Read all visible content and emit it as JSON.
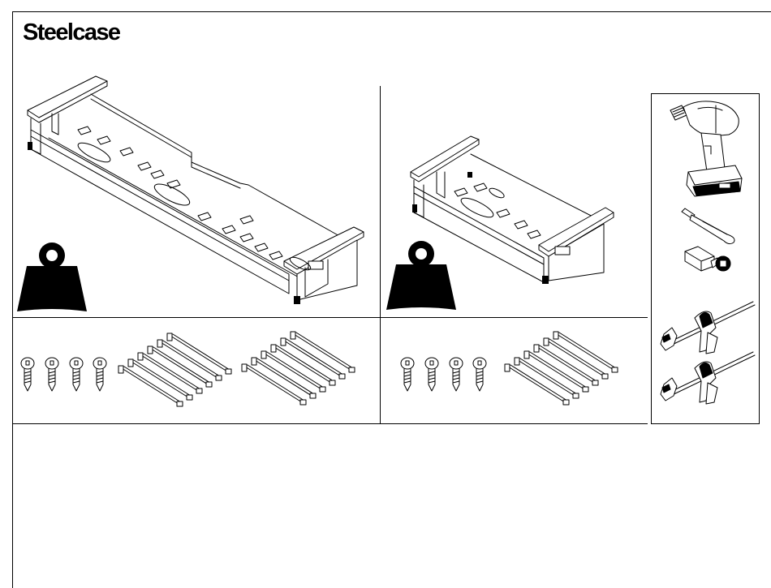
{
  "brand": {
    "name": "Steelcase"
  },
  "icons": [
    "weight-icon",
    "cordless-drill-icon",
    "driver-bit-icon",
    "square-socket-bit-icon",
    "bar-clamp-icon",
    "screw-icon",
    "cross-bar-icon"
  ],
  "colors": {
    "ink": "#000000",
    "paper": "#ffffff"
  },
  "panels": {
    "large_tray": {
      "screws": 4,
      "bar_sets": 2
    },
    "small_tray": {
      "screws": 4,
      "bar_sets": 1
    },
    "tools": [
      "cordless-drill",
      "driver-bit",
      "square-socket-bit",
      "bar-clamp",
      "bar-clamp"
    ]
  }
}
